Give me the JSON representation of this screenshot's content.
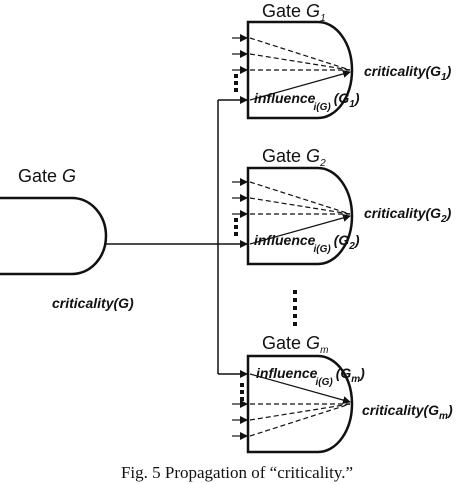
{
  "source_gate": {
    "title_prefix": "Gate",
    "title_var": "G",
    "criticality_label": "criticality(G)"
  },
  "target_gates": [
    {
      "title_prefix": "Gate",
      "title_var": "G",
      "title_sub": "1",
      "criticality_main": "criticality(G",
      "criticality_sub": "1",
      "criticality_close": ")",
      "influence_main": "influence",
      "influence_sub": "i(G)",
      "influence_arg_open": "(G",
      "influence_arg_sub": "1",
      "influence_arg_close": ")"
    },
    {
      "title_prefix": "Gate",
      "title_var": "G",
      "title_sub": "2",
      "criticality_main": "criticality(G",
      "criticality_sub": "2",
      "criticality_close": ")",
      "influence_main": "influence",
      "influence_sub": "i(G)",
      "influence_arg_open": "(G",
      "influence_arg_sub": "2",
      "influence_arg_close": ")"
    },
    {
      "title_prefix": "Gate",
      "title_var": "G",
      "title_sub": "m",
      "criticality_main": "criticality(G",
      "criticality_sub": "m",
      "criticality_close": ")",
      "influence_main": "influence",
      "influence_sub": "i(G)",
      "influence_arg_open": "(G",
      "influence_arg_sub": "m",
      "influence_arg_close": ")"
    }
  ],
  "caption": "Fig. 5    Propagation of “criticality.”"
}
